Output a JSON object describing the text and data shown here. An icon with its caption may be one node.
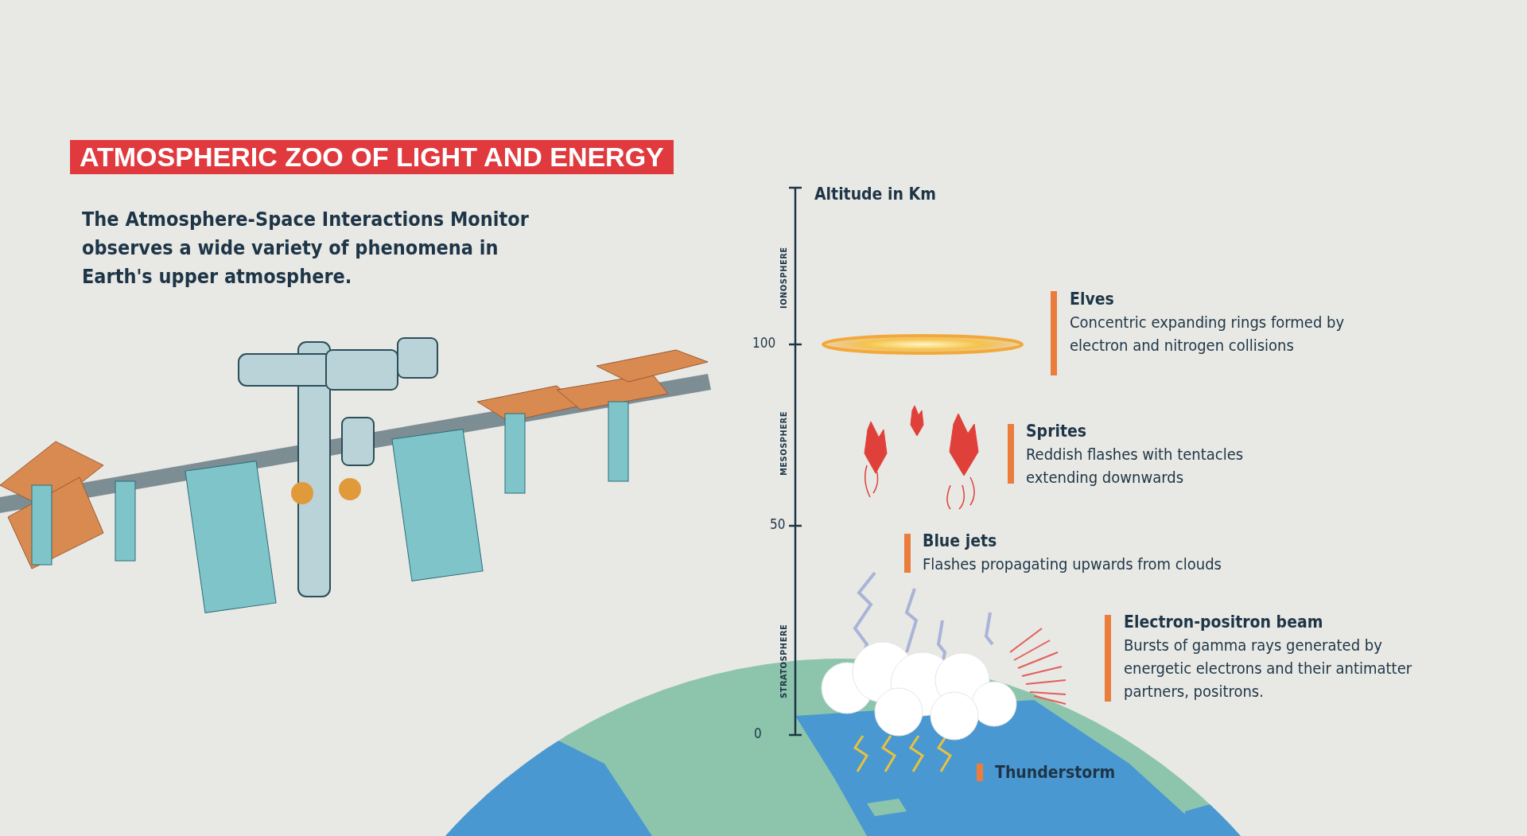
{
  "diagram": {
    "title": "ATMOSPHERIC ZOO OF LIGHT AND ENERGY",
    "labels": [
      "The Atmosphere-Space Interactions Monitor observes a wide variety of phenomena in Earth's upper atmosphere.",
      "Altitude in Km",
      "IONOSPHERE",
      "Elves",
      "Concentric expanding rings formed by electron and nitrogen collisions",
      "100",
      "MESOSPHERE",
      "Sprites",
      "Reddish flashes with tentacles extending downwards",
      "50",
      "Blue jets",
      "Flashes propagating upwards from clouds",
      "STRATOSPHERE",
      "Electron-positron beam",
      "Bursts of gamma rays generated by energetic electrons and their antimatter partners, positrons.",
      "0",
      "Thunderstorm"
    ]
  }
}
